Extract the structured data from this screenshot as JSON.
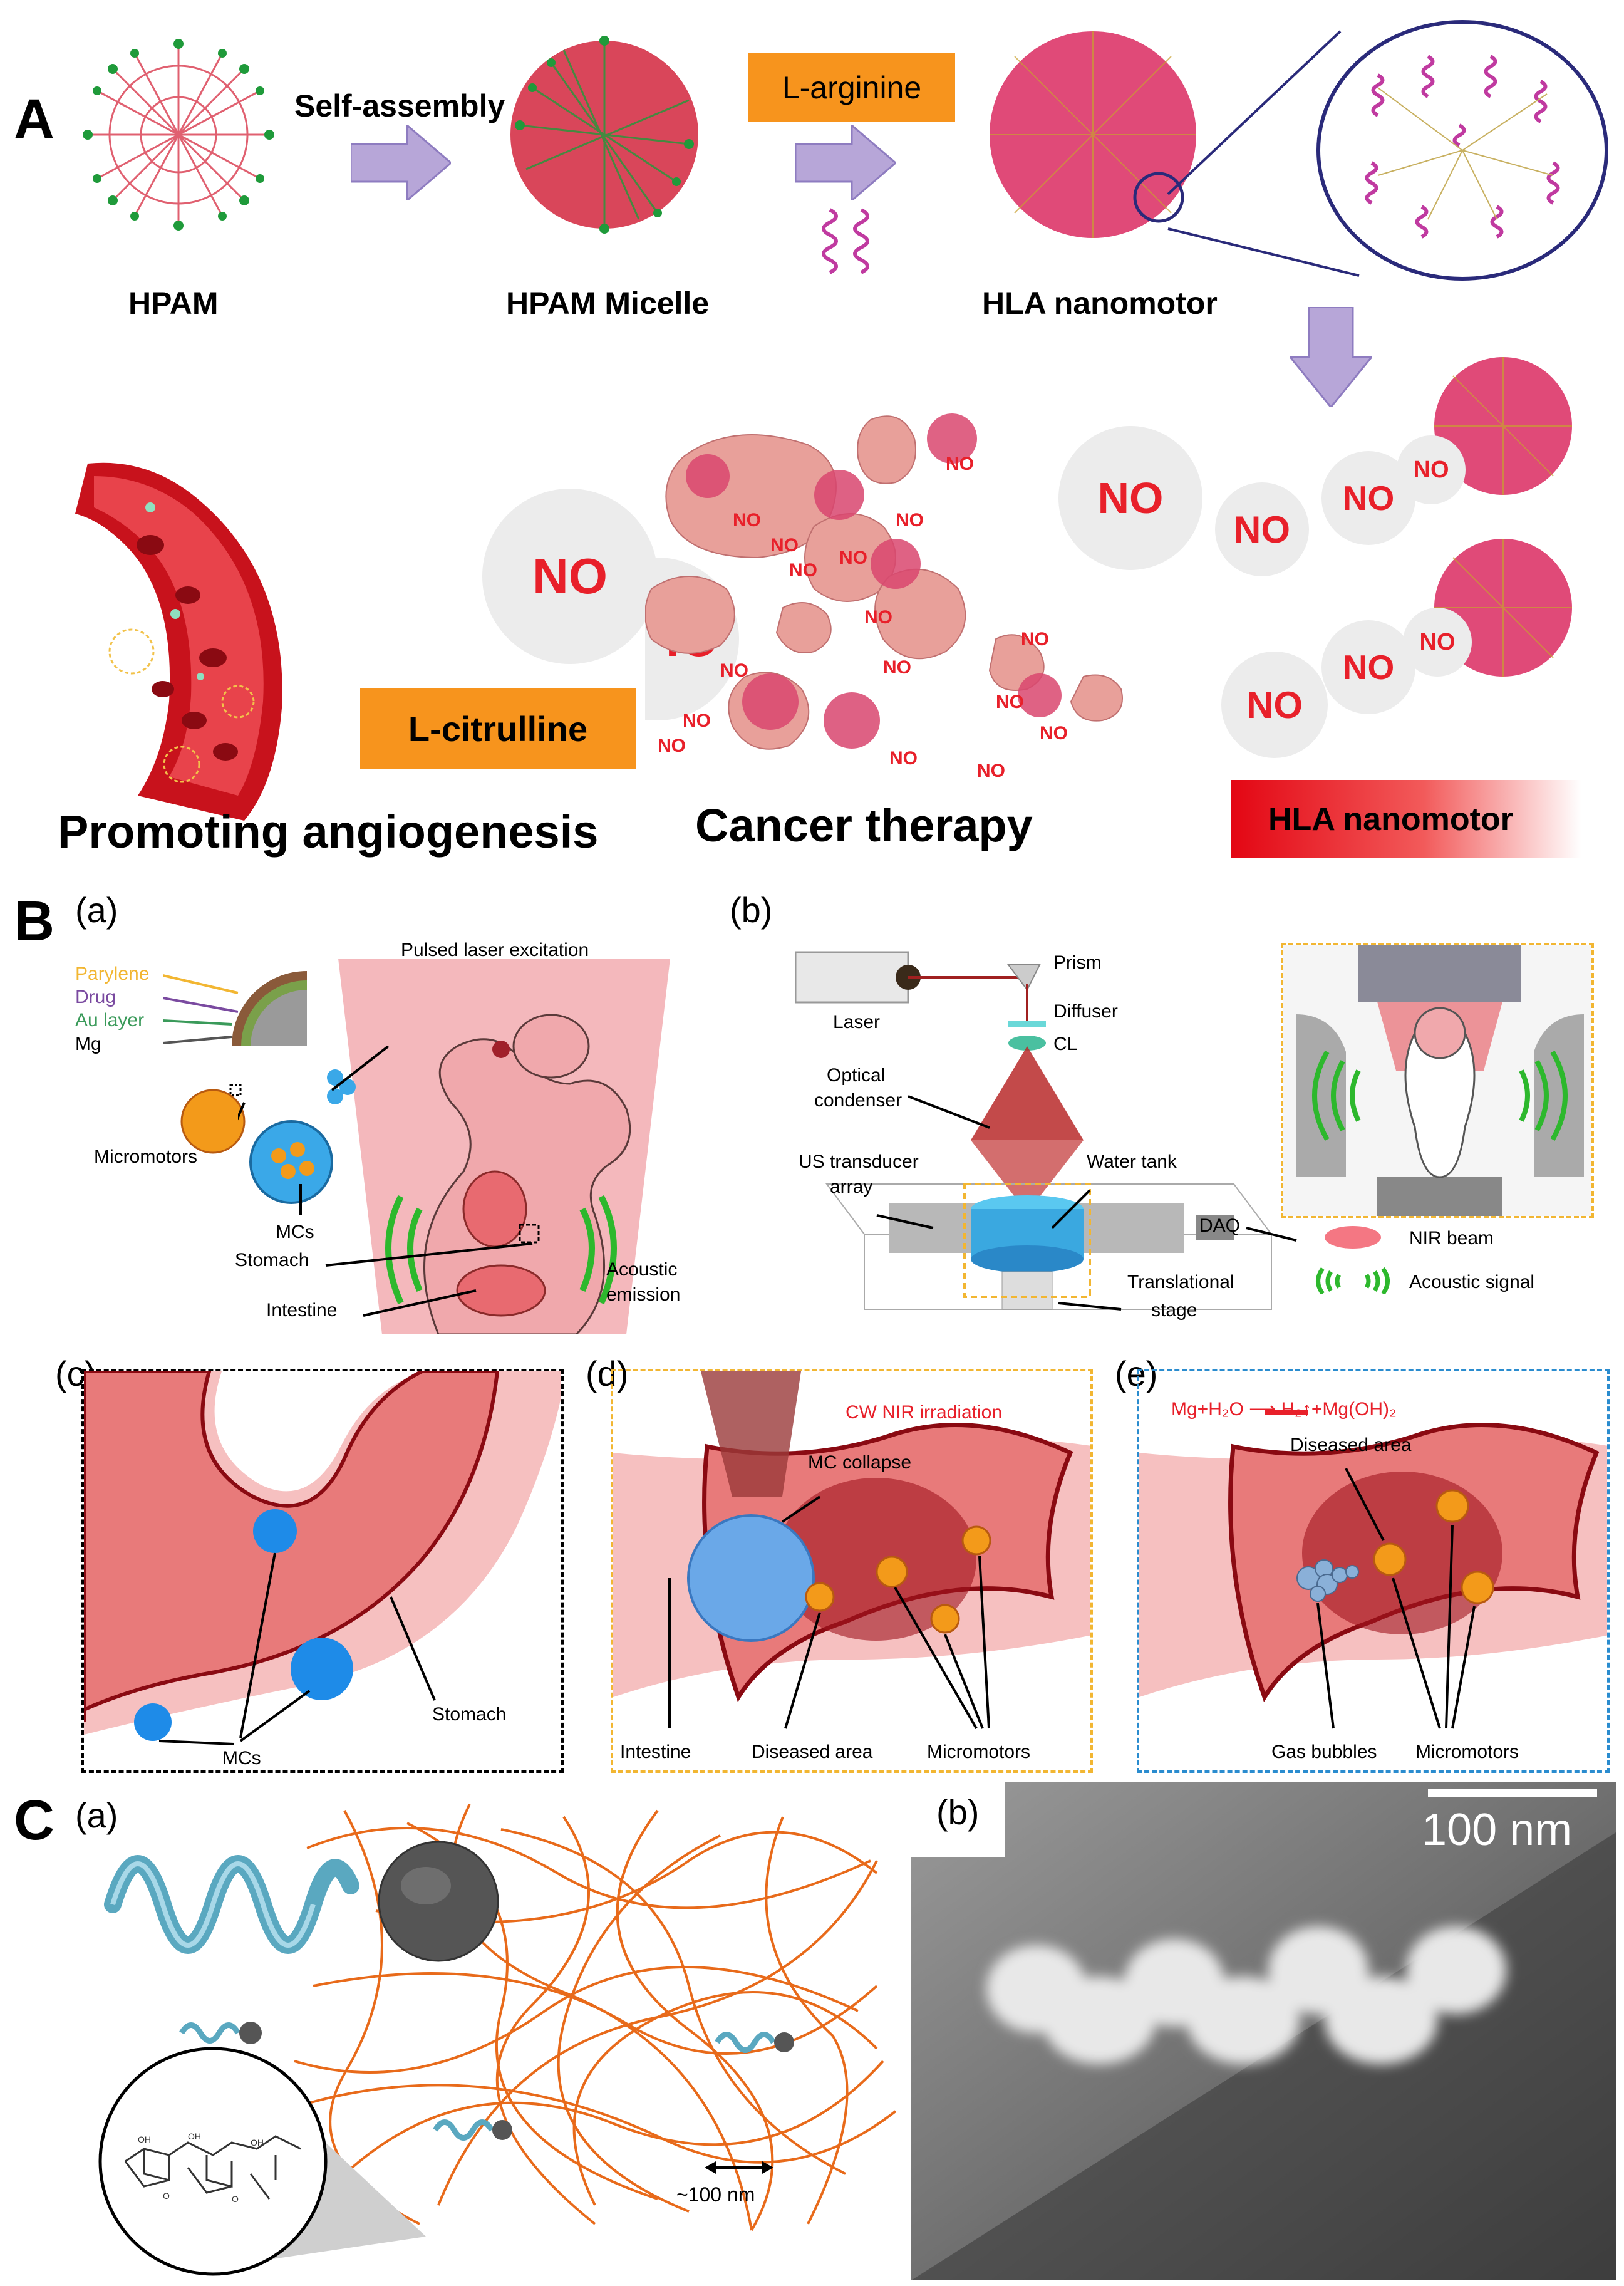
{
  "panelA": {
    "letter": "A",
    "self_assembly": "Self-assembly",
    "l_arginine": "L-arginine",
    "hpam": "HPAM",
    "hpam_micelle": "HPAM Micelle",
    "hla_nanomotor": "HLA nanomotor",
    "no": "NO",
    "no_partial": "IO",
    "no_partial2": "O",
    "l_citrulline": "L-citrulline",
    "promoting_angiogenesis": "Promoting angiogenesis",
    "cancer_therapy": "Cancer therapy",
    "hla_nanomotor_bar": "HLA nanomotor"
  },
  "panelB": {
    "letter": "B",
    "a": {
      "tag": "(a)",
      "pulsed_laser": "Pulsed laser excitation",
      "parylene": "Parylene",
      "drug": "Drug",
      "au_layer": "Au layer",
      "mg": "Mg",
      "micromotors": "Micromotors",
      "mcs": "MCs",
      "stomach": "Stomach",
      "intestine": "Intestine",
      "acoustic": "Acoustic",
      "emission": "emission"
    },
    "b": {
      "tag": "(b)",
      "laser": "Laser",
      "prism": "Prism",
      "diffuser": "Diffuser",
      "cl": "CL",
      "optical": "Optical",
      "condenser": "condenser",
      "water_tank": "Water tank",
      "us_transducer": "US transducer",
      "array": "array",
      "daq": "DAQ",
      "translational": "Translational",
      "stage": "stage",
      "nir_beam": "NIR beam",
      "acoustic_signal": "Acoustic signal"
    },
    "c": {
      "tag": "(c)",
      "mcs": "MCs",
      "stomach": "Stomach"
    },
    "d": {
      "tag": "(d)",
      "cw_nir": "CW NIR irradiation",
      "mc_collapse": "MC collapse",
      "intestine": "Intestine",
      "diseased_area": "Diseased area",
      "micromotors": "Micromotors"
    },
    "e": {
      "tag": "(e)",
      "equation": "Mg+H₂O ⟶ H₂↑+Mg(OH)₂",
      "diseased_area": "Diseased area",
      "gas_bubbles": "Gas bubbles",
      "micromotors": "Micromotors"
    }
  },
  "panelC": {
    "letter": "C",
    "a": {
      "tag": "(a)",
      "scale": "~100 nm"
    },
    "b": {
      "tag": "(b)",
      "scale": "100 nm"
    }
  },
  "colors": {
    "orange": "#f7941d",
    "red": "#e30613",
    "no_red": "#e8202a",
    "arrow_purple": "#b7a6d8",
    "dashed_yellow": "#f2b632",
    "dashed_blue": "#2a8ccf",
    "tissue_pink": "#e88a8a",
    "string_orange": "#e86a1a"
  }
}
